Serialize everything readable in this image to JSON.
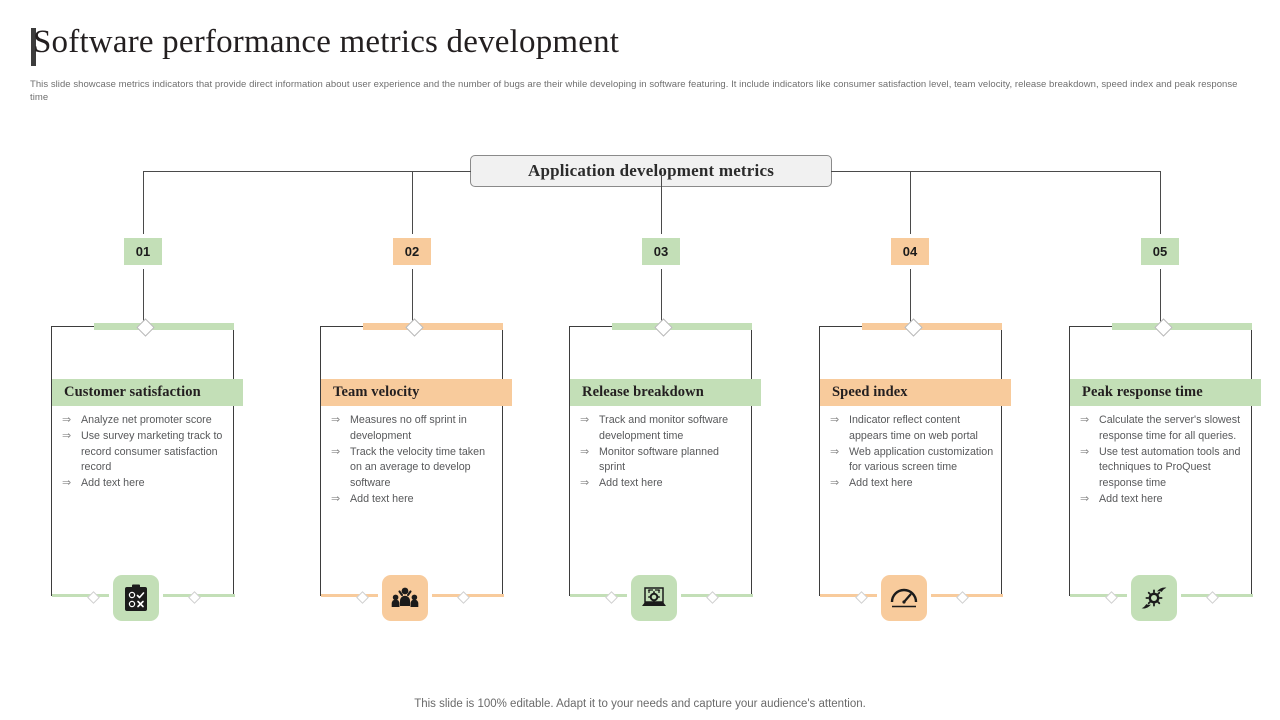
{
  "page": {
    "title": "Software performance metrics development",
    "subtitle": "This slide showcase metrics indicators that provide direct information about user experience and the number of bugs are their while developing in software featuring. It include indicators like consumer satisfaction level, team velocity, release breakdown, speed index and peak response time",
    "footer_note": "This slide is 100% editable. Adapt it to your needs and capture your audience's attention."
  },
  "colors": {
    "green": "#c3dfb7",
    "orange": "#f8cb9c",
    "border": "#3d3d3d",
    "connector": "#4a4a4a",
    "root_fill": "#f1f1f1",
    "text": "#231f20",
    "body_text": "#58595b"
  },
  "diagram": {
    "root_label": "Application development metrics",
    "nodes": [
      {
        "number": "01",
        "accent": "#c3dfb7",
        "title": "Customer satisfaction",
        "icon": "clipboard-checklist-icon",
        "bullets": [
          "Analyze net promoter score",
          "Use survey marketing track to record consumer satisfaction record",
          "Add text here"
        ]
      },
      {
        "number": "02",
        "accent": "#f8cb9c",
        "title": "Team velocity",
        "icon": "team-group-icon",
        "bullets": [
          "Measures no off sprint in development",
          "Track the velocity time taken on an average to develop software",
          "Add text here"
        ]
      },
      {
        "number": "03",
        "accent": "#c3dfb7",
        "title": "Release breakdown",
        "icon": "laptop-gear-icon",
        "bullets": [
          "Track and monitor software development time",
          "Monitor software planned sprint",
          "Add text here"
        ]
      },
      {
        "number": "04",
        "accent": "#f8cb9c",
        "title": "Speed index",
        "icon": "speedometer-gauge-icon",
        "bullets": [
          "Indicator reflect content appears time on web portal",
          "Web application customization for various screen time",
          "Add text here"
        ]
      },
      {
        "number": "05",
        "accent": "#c3dfb7",
        "title": "Peak response time",
        "icon": "gear-hands-icon",
        "bullets": [
          "Calculate the server's slowest response time for all queries.",
          "Use test automation tools and techniques to ProQuest response time",
          "Add text here"
        ]
      }
    ],
    "bullet_glyph": "⇒"
  }
}
